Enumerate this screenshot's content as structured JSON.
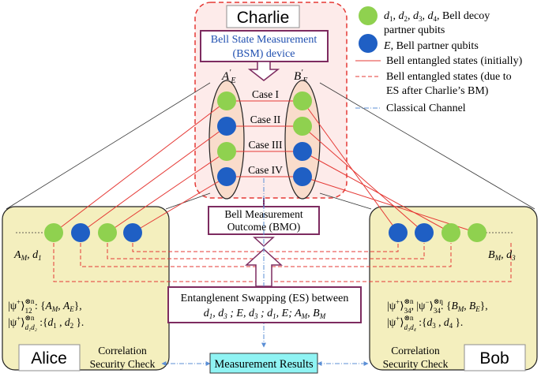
{
  "charlie": {
    "name": "Charlie",
    "bsm_line1": "Bell State Measurement",
    "bsm_line2": "(BSM) device",
    "left_group": "A′E",
    "right_group": "B′E",
    "cases": [
      "Case I",
      "Case II",
      "Case III",
      "Case IV"
    ]
  },
  "legend": {
    "decoy_line1": "d1, d2, d3, d4, Bell decoy",
    "decoy_line2": "partner qubits",
    "partner": "E, Bell partner qubits",
    "solid_line": "Bell entangled states (initially)",
    "dashed_line1": "Bell entangled states (due to",
    "dashed_line2": "ES after Charlie’s BM)",
    "dashdot_line": "Classical Channel"
  },
  "bmo": {
    "line1": "Bell Measurement",
    "line2": "Outcome (BMO)"
  },
  "alice": {
    "name": "Alice",
    "qubit_label": "AM, d1",
    "state1": "|ψ⁺⟩⊗n12 : {AM, AE},",
    "state2": "|ψ⁺⟩⊗nd1d2 : {d1, d2}.",
    "check1": "Correlation",
    "check2": "Security Check"
  },
  "bob": {
    "name": "Bob",
    "qubit_label": "BM, d3",
    "state1": "|ψ⁺⟩⊗n34 , |ψ⁻⟩⊗n34 : {BM, BE},",
    "state2": "|ψ⁺⟩⊗nd3d4 : {d3, d4}.",
    "check1": "Correlation",
    "check2": "Security Check"
  },
  "es": {
    "line1": "Entanglenent Swapping (ES) between",
    "line2": "d1, d3 ; E, d3 ; d1, E; AM, BM"
  },
  "results": {
    "label": "Measurement Results"
  },
  "colors": {
    "green": "#8fd14f",
    "blue": "#1f5fc4",
    "red_line": "#e53935",
    "panel_fill": "#f4efbe",
    "charlie_fill": "#fdebea",
    "results_fill": "#8ff3f3",
    "classical": "#5b8fd6"
  }
}
